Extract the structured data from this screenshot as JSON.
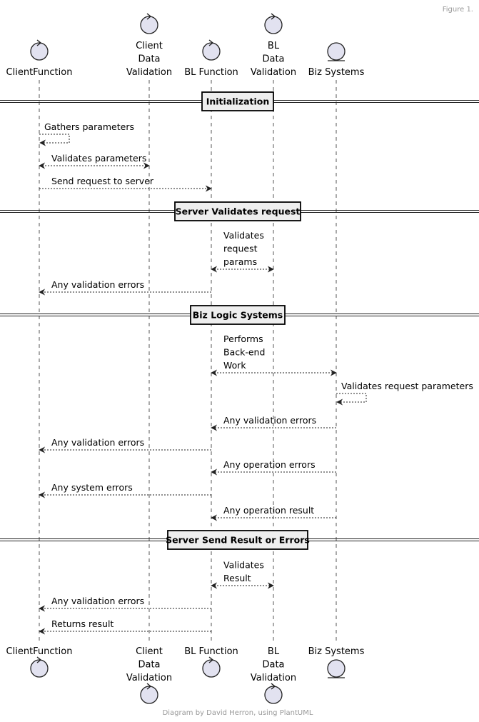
{
  "figure_label": "Figure 1.",
  "footer": "Diagram by David Herron, using PlantUML",
  "participants": [
    {
      "id": "cf",
      "lines": [
        "ClientFunction"
      ],
      "kind": "control"
    },
    {
      "id": "cdv",
      "lines": [
        "Client",
        "Data",
        "Validation"
      ],
      "kind": "control"
    },
    {
      "id": "blf",
      "lines": [
        "BL Function"
      ],
      "kind": "control"
    },
    {
      "id": "bldv",
      "lines": [
        "BL",
        "Data",
        "Validation"
      ],
      "kind": "control"
    },
    {
      "id": "biz",
      "lines": [
        "Biz Systems"
      ],
      "kind": "entity"
    }
  ],
  "sections": [
    "Initialization",
    "Server Validates request",
    "Biz Logic Systems",
    "Server Send Result or Errors"
  ],
  "messages": [
    {
      "from": "cf",
      "to": "cf",
      "lines": [
        "Gathers parameters"
      ]
    },
    {
      "from": "cf",
      "to": "cdv",
      "lines": [
        "Validates parameters"
      ],
      "both": true
    },
    {
      "from": "cf",
      "to": "blf",
      "lines": [
        "Send request to server"
      ]
    },
    {
      "from": "blf",
      "to": "bldv",
      "lines": [
        "Validates",
        "request",
        "params"
      ],
      "both": true
    },
    {
      "from": "blf",
      "to": "cf",
      "lines": [
        "Any validation errors"
      ]
    },
    {
      "from": "blf",
      "to": "biz",
      "lines": [
        "Performs",
        "Back-end",
        "Work"
      ],
      "both": true
    },
    {
      "from": "biz",
      "to": "biz",
      "lines": [
        "Validates request parameters"
      ]
    },
    {
      "from": "biz",
      "to": "blf",
      "lines": [
        "Any validation errors"
      ]
    },
    {
      "from": "blf",
      "to": "cf",
      "lines": [
        "Any validation errors"
      ]
    },
    {
      "from": "biz",
      "to": "blf",
      "lines": [
        "Any operation errors"
      ]
    },
    {
      "from": "blf",
      "to": "cf",
      "lines": [
        "Any system errors"
      ]
    },
    {
      "from": "biz",
      "to": "blf",
      "lines": [
        "Any operation result"
      ]
    },
    {
      "from": "blf",
      "to": "bldv",
      "lines": [
        "Validates",
        "Result"
      ],
      "both": true
    },
    {
      "from": "blf",
      "to": "cf",
      "lines": [
        "Any validation errors"
      ]
    },
    {
      "from": "blf",
      "to": "cf",
      "lines": [
        "Returns result"
      ]
    }
  ]
}
